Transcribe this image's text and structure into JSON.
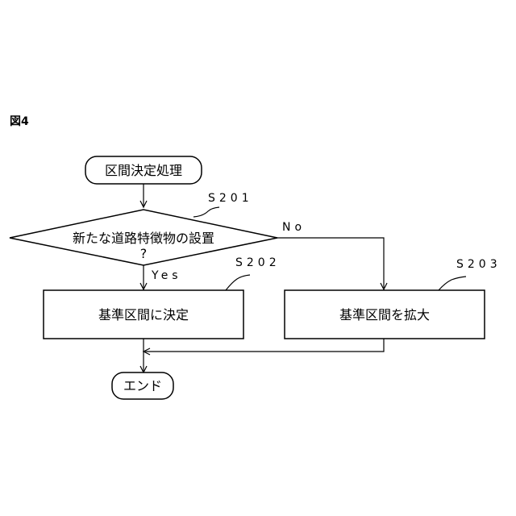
{
  "figure_label": "図4",
  "nodes": {
    "start": "区間決定処理",
    "decision_line1": "新たな道路特徴物の設置",
    "decision_line2": "?",
    "process_a": "基準区間に決定",
    "process_b": "基準区間を拡大",
    "end": "エンド"
  },
  "steps": {
    "s201": "S201",
    "s202": "S202",
    "s203": "S203"
  },
  "branches": {
    "yes": "Yes",
    "no": "No"
  }
}
